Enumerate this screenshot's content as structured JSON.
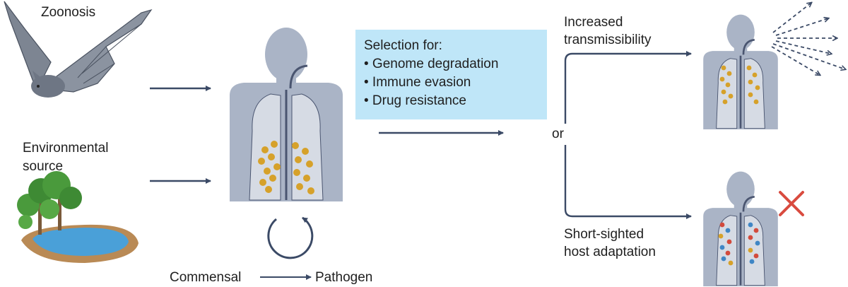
{
  "labels": {
    "zoonosis": "Zoonosis",
    "environmental_1": "Environmental",
    "environmental_2": "source",
    "selection_title": "Selection for:",
    "selection_items": [
      "• Genome degradation",
      "• Immune evasion",
      "• Drug resistance"
    ],
    "increased_1": "Increased",
    "increased_2": "transmissibility",
    "or": "or",
    "short_1": "Short-sighted",
    "short_2": "host adaptation",
    "commensal": "Commensal",
    "pathogen": "Pathogen"
  },
  "colors": {
    "arrow": "#3b4a66",
    "body": "#aab4c6",
    "airway": "#4a5570",
    "lung": "#d6dbe4",
    "microbe_gold": "#d6a12a",
    "microbe_red": "#d24a3c",
    "microbe_blue": "#3f86c5",
    "cross": "#d94b3f",
    "box": "#bfe6f8"
  },
  "icons": {
    "bat": "bat-illustration",
    "environment": "tree-lake-illustration",
    "cycle": "circular-arrow-icon",
    "cross": "cross-mark-icon"
  }
}
